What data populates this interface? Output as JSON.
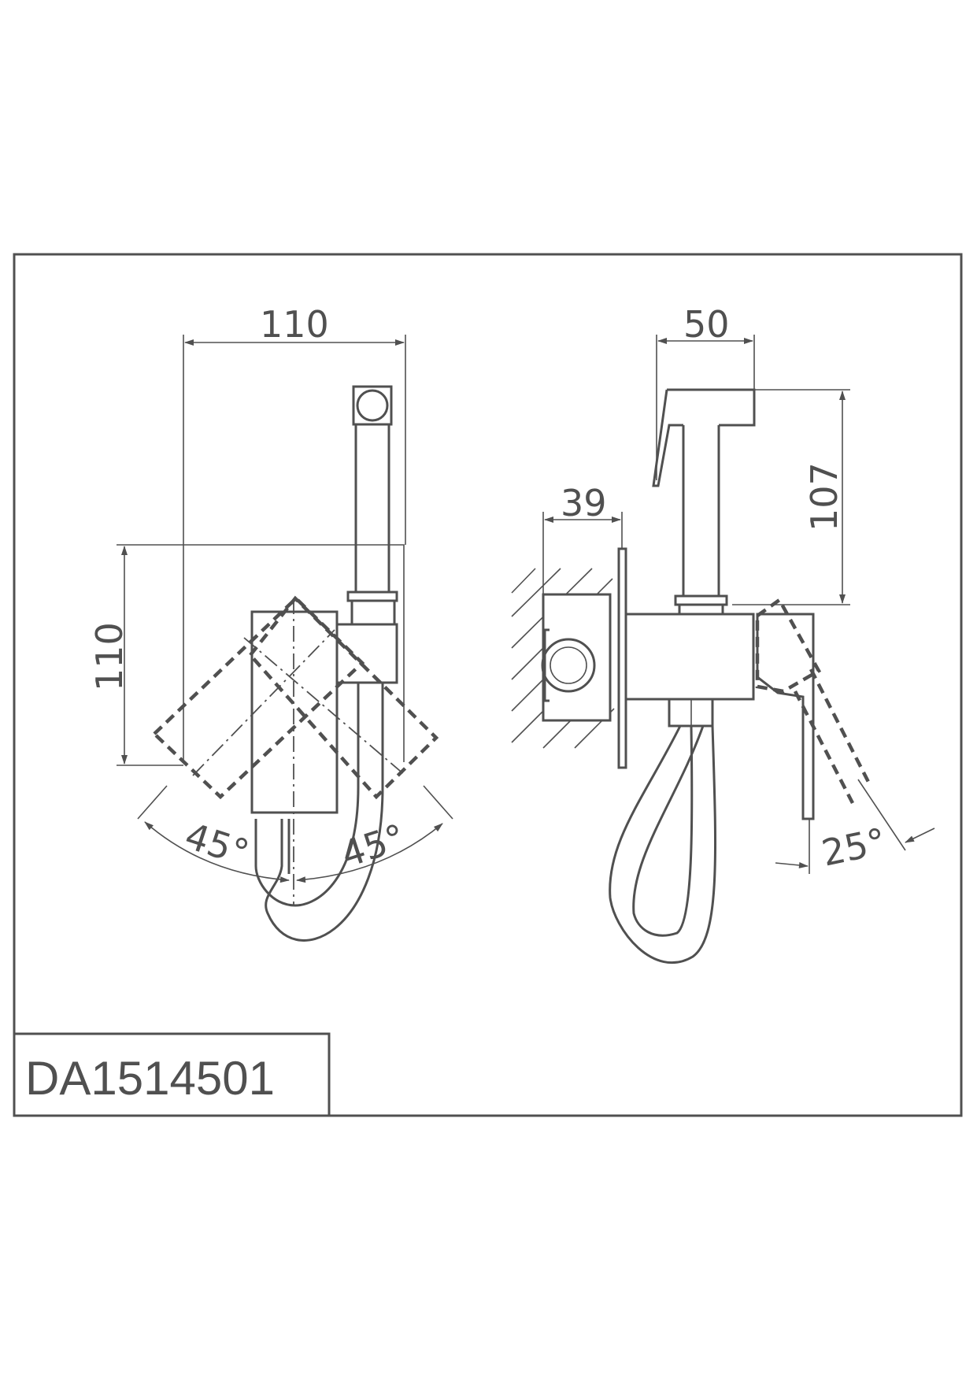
{
  "product_code": "DA1514501",
  "dimensions": {
    "front_width": "110",
    "front_height": "110",
    "angle_left": "45°",
    "angle_right": "45°",
    "side_head_width": "50",
    "side_depth": "39",
    "side_height": "107",
    "side_angle": "25°"
  }
}
